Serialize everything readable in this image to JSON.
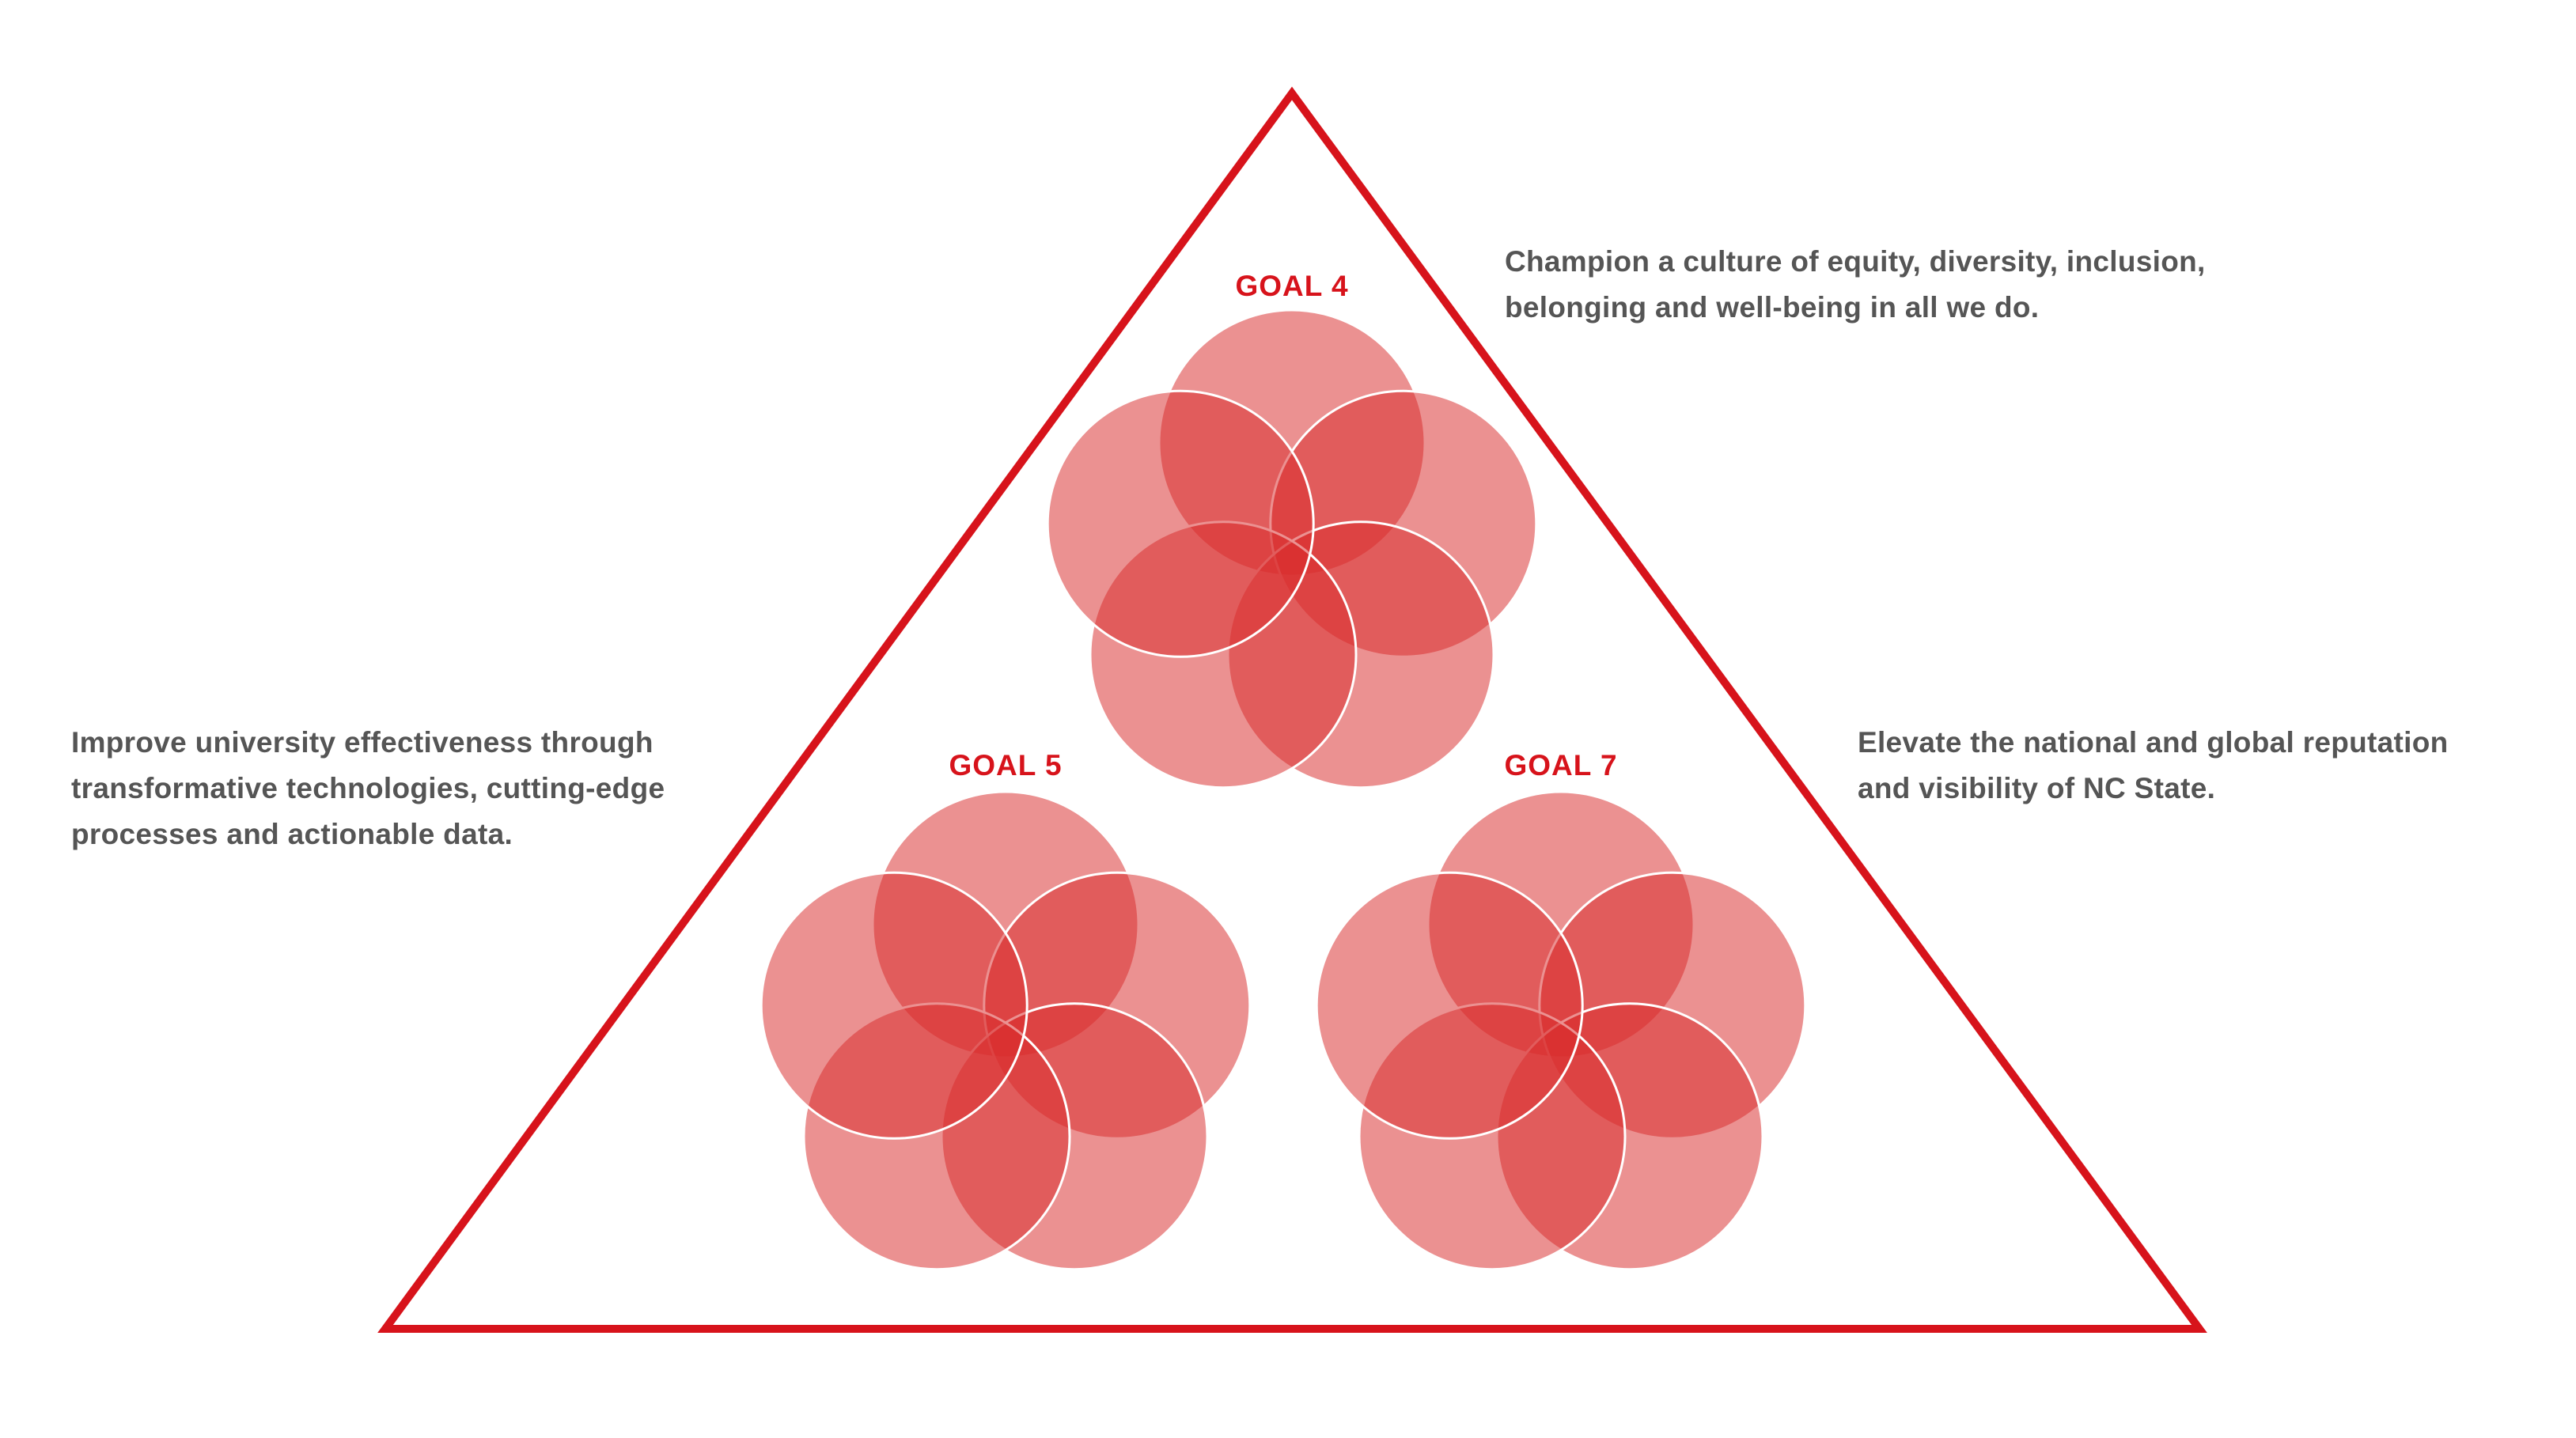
{
  "colors": {
    "accent": "#d7131b",
    "circle_fill": "#d82c2c",
    "text": "#555555",
    "background": "#ffffff"
  },
  "goals": [
    {
      "id": "goal4",
      "label": "GOAL 4",
      "description_lines": [
        "Champion a culture of equity, diversity, inclusion,",
        "belonging and well-being in all we do."
      ]
    },
    {
      "id": "goal5",
      "label": "GOAL 5",
      "description_lines": [
        "Improve university effectiveness through",
        "transformative technologies, cutting-edge",
        "processes and actionable data."
      ]
    },
    {
      "id": "goal7",
      "label": "GOAL 7",
      "description_lines": [
        "Elevate the national and global reputation",
        "and visibility of NC State."
      ]
    }
  ]
}
